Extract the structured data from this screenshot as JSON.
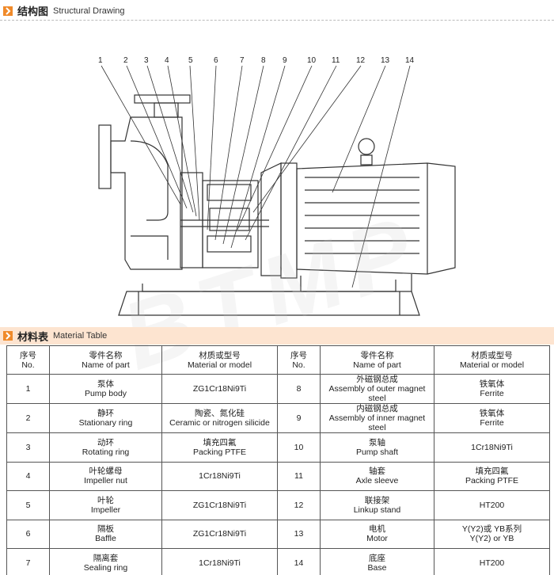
{
  "structural": {
    "title_zh": "结构图",
    "title_en": "Structural Drawing",
    "part_numbers": [
      "1",
      "2",
      "3",
      "4",
      "5",
      "6",
      "7",
      "8",
      "9",
      "10",
      "11",
      "12",
      "13",
      "14"
    ]
  },
  "material": {
    "title_zh": "材料表",
    "title_en": "Material Table",
    "headers": {
      "no_zh": "序号",
      "no_en": "No.",
      "part_zh": "零件名称",
      "part_en": "Name of part",
      "mat_zh": "材质或型号",
      "mat_en": "Material or model"
    },
    "rows": [
      {
        "no_l": "1",
        "part_l_zh": "泵体",
        "part_l_en": "Pump body",
        "mat_l_1": "ZG1Cr18Ni9Ti",
        "mat_l_2": "",
        "no_r": "8",
        "part_r_zh": "外磁钢总成",
        "part_r_en": "Assembly of outer magnet steel",
        "mat_r_1": "铁氧体",
        "mat_r_2": "Ferrite"
      },
      {
        "no_l": "2",
        "part_l_zh": "静环",
        "part_l_en": "Stationary ring",
        "mat_l_1": "陶瓷、氮化硅",
        "mat_l_2": "Ceramic or nitrogen silicide",
        "no_r": "9",
        "part_r_zh": "内磁钢总成",
        "part_r_en": "Assembly of inner magnet steel",
        "mat_r_1": "铁氧体",
        "mat_r_2": "Ferrite"
      },
      {
        "no_l": "3",
        "part_l_zh": "动环",
        "part_l_en": "Rotating ring",
        "mat_l_1": "填充四氟",
        "mat_l_2": "Packing PTFE",
        "no_r": "10",
        "part_r_zh": "泵轴",
        "part_r_en": "Pump shaft",
        "mat_r_1": "1Cr18Ni9Ti",
        "mat_r_2": ""
      },
      {
        "no_l": "4",
        "part_l_zh": "叶轮螺母",
        "part_l_en": "Impeller nut",
        "mat_l_1": "1Cr18Ni9Ti",
        "mat_l_2": "",
        "no_r": "11",
        "part_r_zh": "轴套",
        "part_r_en": "Axle sleeve",
        "mat_r_1": "填充四氟",
        "mat_r_2": "Packing PTFE"
      },
      {
        "no_l": "5",
        "part_l_zh": "叶轮",
        "part_l_en": "Impeller",
        "mat_l_1": "ZG1Cr18Ni9Ti",
        "mat_l_2": "",
        "no_r": "12",
        "part_r_zh": "联接架",
        "part_r_en": "Linkup stand",
        "mat_r_1": "HT200",
        "mat_r_2": ""
      },
      {
        "no_l": "6",
        "part_l_zh": "隔板",
        "part_l_en": "Baffle",
        "mat_l_1": "ZG1Cr18Ni9Ti",
        "mat_l_2": "",
        "no_r": "13",
        "part_r_zh": "电机",
        "part_r_en": "Motor",
        "mat_r_1": "Y(Y2)或 YB系列",
        "mat_r_2": "Y(Y2) or YB"
      },
      {
        "no_l": "7",
        "part_l_zh": "隔离套",
        "part_l_en": "Sealing ring",
        "mat_l_1": "1Cr18Ni9Ti",
        "mat_l_2": "",
        "no_r": "14",
        "part_r_zh": "底座",
        "part_r_en": "Base",
        "mat_r_1": "HT200",
        "mat_r_2": ""
      }
    ]
  },
  "colors": {
    "accent": "#f08a2a",
    "band": "#fde4d0",
    "line": "#333333"
  }
}
